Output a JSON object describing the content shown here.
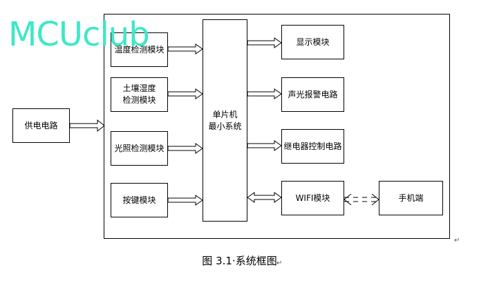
{
  "watermark": "MCUclub",
  "blocks": {
    "power": "供电电路",
    "temp": "温度检测模块",
    "soil": "土壤湿度\n检测模块",
    "light": "光照检测模块",
    "key": "按键模块",
    "mcu": "单片机\n最小系统",
    "display": "显示模块",
    "alarm": "声光报警电路",
    "relay": "继电器控制电路",
    "wifi": "WIFI模块",
    "phone": "手机端"
  },
  "caption": "图 3.1·系统框图",
  "paragraph_mark": "↵"
}
